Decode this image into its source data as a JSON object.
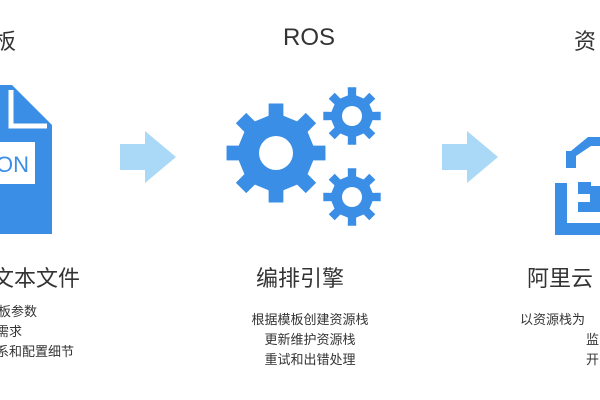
{
  "left": {
    "title": "板",
    "file_icon_text": "ON",
    "heading": "文本文件",
    "desc": [
      "板参数",
      "需求",
      "系和配置细节"
    ]
  },
  "middle": {
    "title": "ROS",
    "heading": "编排引擎",
    "desc": [
      "根据模板创建资源栈",
      "更新维护资源栈",
      "重试和出错处理"
    ]
  },
  "right": {
    "title": "资",
    "heading": "阿里云",
    "desc": [
      "以资源栈为",
      "监",
      "开"
    ]
  },
  "colors": {
    "primary_blue": "#3a8ee6",
    "arrow_blue": "#a9d9f7",
    "text": "#333333"
  }
}
